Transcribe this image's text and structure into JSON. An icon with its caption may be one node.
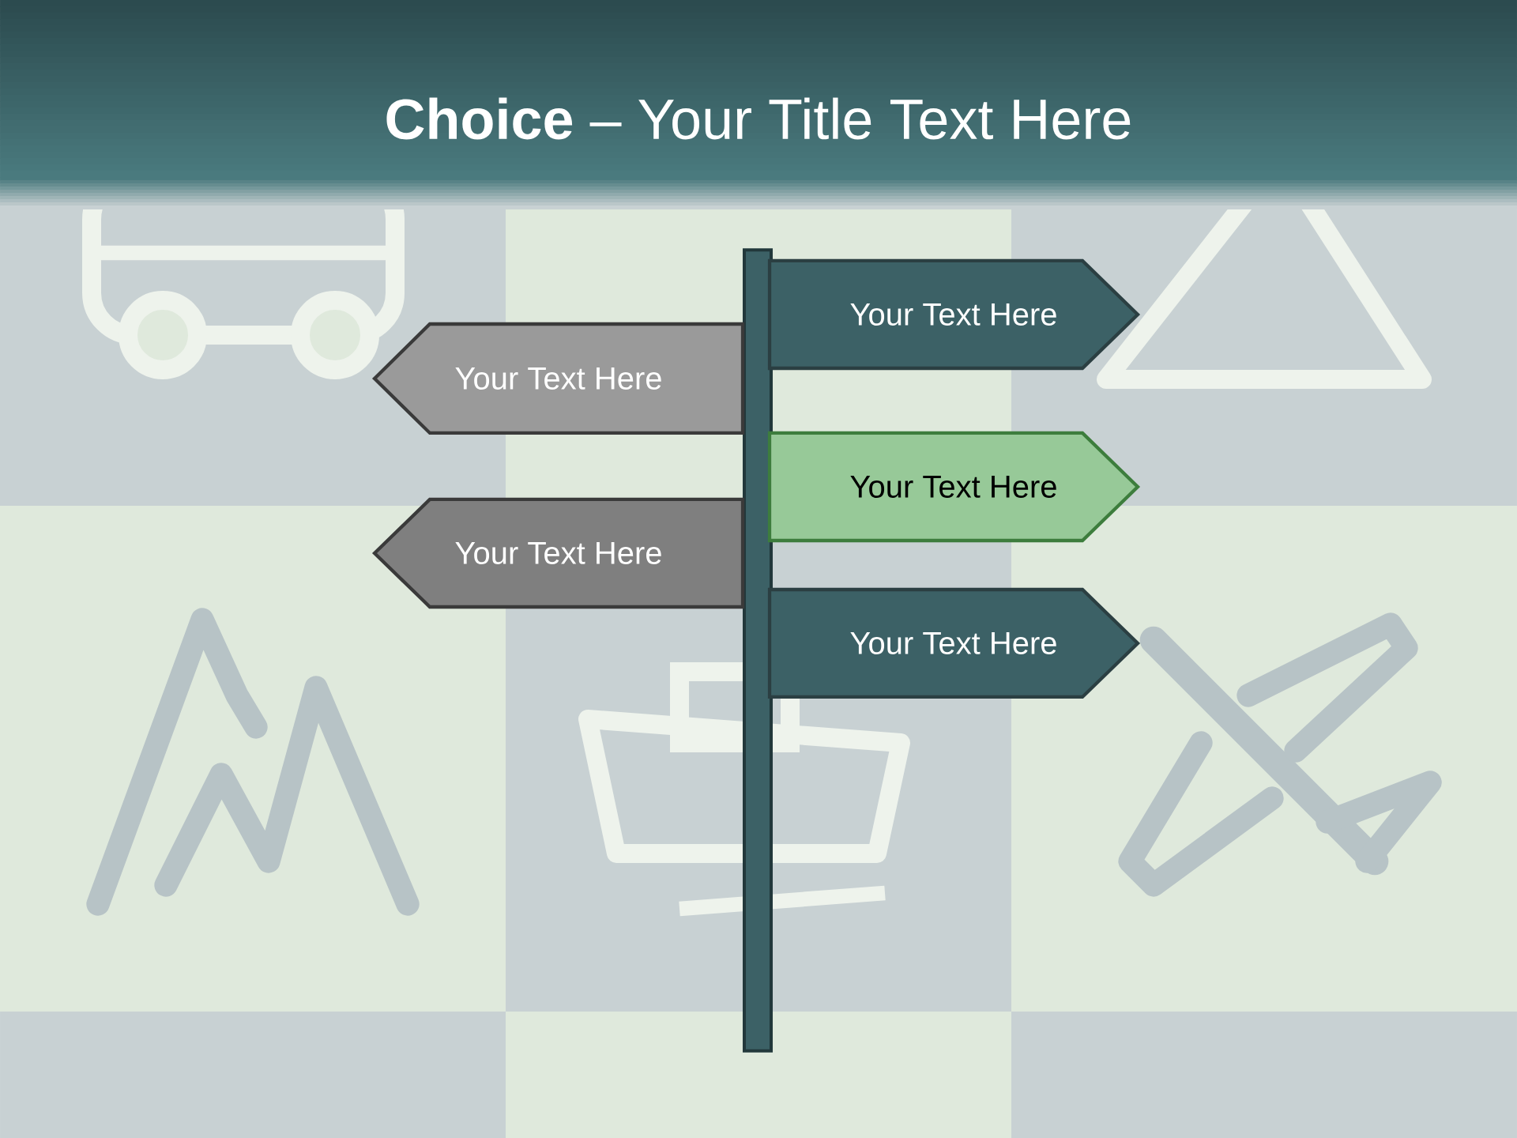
{
  "diagram": {
    "title": "**Choice** – Your Title Text Here",
    "nodes": [
      {
        "text": [
          "Your Text Here"
        ]
      },
      {
        "text": [
          "Your Text Here"
        ]
      },
      {
        "text": [
          "Your Text Here"
        ]
      },
      {
        "text": [
          "Your Text Here"
        ]
      },
      {
        "text": [
          "Your Text Here"
        ]
      },
      {
        "text": [],
        "shape": "bar"
      }
    ]
  }
}
